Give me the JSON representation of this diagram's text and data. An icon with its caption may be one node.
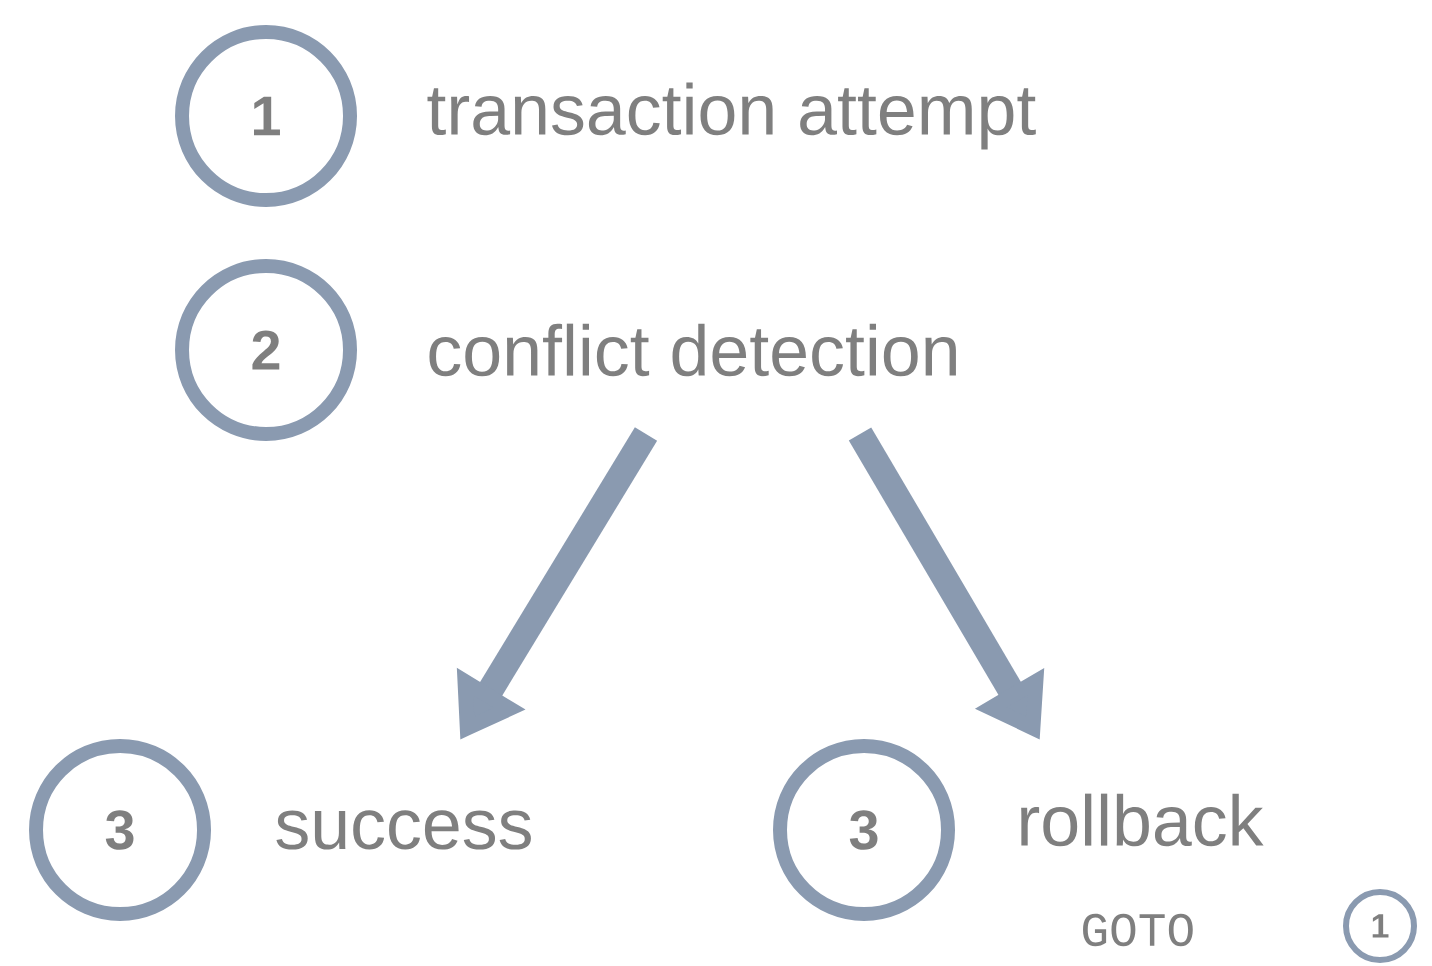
{
  "diagram": {
    "nodes": [
      {
        "text": [
          "1"
        ],
        "beside": [
          "transaction attempt"
        ]
      },
      {
        "text": [
          "2"
        ],
        "beside": [
          "conflict detection"
        ]
      },
      {
        "text": [
          "3"
        ],
        "beside": [
          "success"
        ]
      },
      {
        "text": [
          "3"
        ],
        "beside": [
          "rollback"
        ]
      },
      {
        "text": [
          "1"
        ],
        "beside": [
          "GOTO"
        ]
      }
    ],
    "edges": [
      {
        "from": 1,
        "to": 2,
        "arrow": "to"
      },
      {
        "from": 1,
        "to": 3,
        "arrow": "to"
      }
    ]
  }
}
